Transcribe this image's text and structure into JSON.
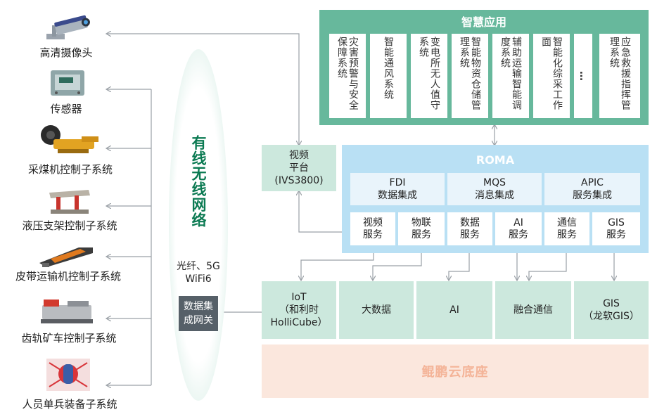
{
  "devices": [
    {
      "id": "camera",
      "label": "高清摄像头",
      "icon": "camera-icon"
    },
    {
      "id": "sensor",
      "label": "传感器",
      "icon": "sensor-icon"
    },
    {
      "id": "shearer",
      "label": "采煤机控制子系统",
      "icon": "shearer-icon"
    },
    {
      "id": "support",
      "label": "液压支架控制子系统",
      "icon": "hydraulic-support-icon"
    },
    {
      "id": "belt",
      "label": "皮带运输机控制子系统",
      "icon": "belt-conveyor-icon"
    },
    {
      "id": "rail",
      "label": "齿轨矿车控制子系统",
      "icon": "rail-car-icon"
    },
    {
      "id": "personnel",
      "label": "人员单兵装备子系统",
      "icon": "personnel-equipment-icon"
    }
  ],
  "network": {
    "title": "有线无线网络",
    "sub_line1": "光纤、5G",
    "sub_line2": "WiFi6",
    "gateway": "数据集\n成网关"
  },
  "smart_apps": {
    "title": "智慧应用",
    "items": [
      "灾害预警与安全保障系统",
      "智能通风系统",
      "变电所无人值守系统",
      "智能物资仓储管理系统",
      "辅助运输智能调度系统",
      "智能化综采工作面",
      "…",
      "应急救援指挥管理系统"
    ]
  },
  "video_platform": "视频\n平台\n(IVS3800)",
  "roma": {
    "title": "ROMA",
    "groups": [
      {
        "name": "FDI\n数据集成"
      },
      {
        "name": "MQS\n消息集成"
      },
      {
        "name": "APIC\n服务集成"
      }
    ],
    "services": [
      "视频\n服务",
      "物联\n服务",
      "数据\n服务",
      "AI\n服务",
      "通信\n服务",
      "GIS\n服务"
    ]
  },
  "platforms": [
    "IoT\n（和利时\nHolliCube）",
    "大数据",
    "AI",
    "融合通信",
    "GIS\n（龙软GIS）"
  ],
  "base": "鲲鹏云底座",
  "colors": {
    "green": "#67b89c",
    "light_green": "#cce8dd",
    "blue": "#b9e0f4",
    "title_green": "#0b7a52",
    "orange_bg": "#fbe7dd",
    "orange_text": "#f4b498"
  }
}
